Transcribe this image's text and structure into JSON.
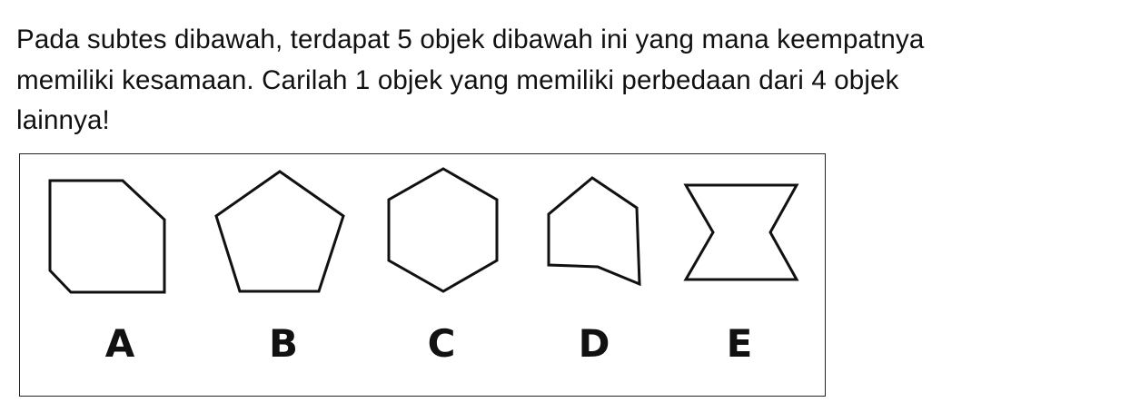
{
  "question": {
    "lines": [
      "Pada subtes dibawah, terdapat 5 objek dibawah ini yang mana keempatnya",
      "memiliki kesamaan. Carilah 1 objek yang memiliki perbedaan dari 4 objek",
      "lainnya!"
    ]
  },
  "options": [
    {
      "label": "A",
      "shape": "octagon-icon"
    },
    {
      "label": "B",
      "shape": "pentagon-icon"
    },
    {
      "label": "C",
      "shape": "hexagon-icon"
    },
    {
      "label": "D",
      "shape": "irregular-pentagon-icon"
    },
    {
      "label": "E",
      "shape": "hourglass-icon"
    }
  ]
}
